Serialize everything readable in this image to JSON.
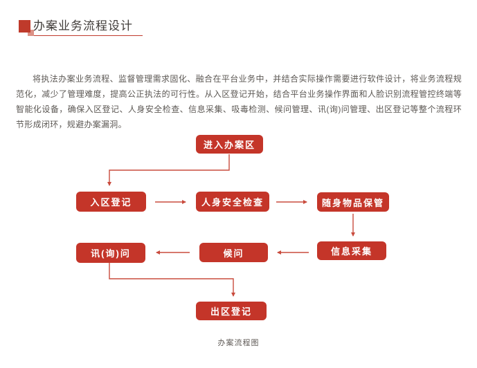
{
  "header": {
    "title": "办案业务流程设计"
  },
  "intro": {
    "text": "将执法办案业务流程、监督管理需求固化、融合在平台业务中，并结合实际操作需要进行软件设计，将业务流程规范化，减少了管理难度，提高公正执法的可行性。从入区登记开始，结合平台业务操作界面和人脸识别流程管控终端等智能化设备，确保入区登记、人身安全检查、信息采集、吸毒检测、候问管理、讯(询)问管理、出区登记等整个流程环节形成闭环，规避办案漏洞。"
  },
  "flowchart": {
    "caption": "办案流程图",
    "colors": {
      "node_fill": "#c43529",
      "node_text": "#ffffff",
      "arrow": "#c94b3d",
      "accent": "#c0392b"
    },
    "nodes": [
      {
        "id": "enter-case-area",
        "label": "进入办案区"
      },
      {
        "id": "entry-registration",
        "label": "入区登记"
      },
      {
        "id": "personal-safety-check",
        "label": "人身安全检查"
      },
      {
        "id": "belongings-storage",
        "label": "随身物品保管"
      },
      {
        "id": "information-collection",
        "label": "信息采集"
      },
      {
        "id": "waiting",
        "label": "候问"
      },
      {
        "id": "interrogation",
        "label": "讯(询)问"
      },
      {
        "id": "exit-registration",
        "label": "出区登记"
      }
    ],
    "edges": [
      {
        "from": "进入办案区",
        "to": "入区登记"
      },
      {
        "from": "入区登记",
        "to": "人身安全检查"
      },
      {
        "from": "人身安全检查",
        "to": "随身物品保管"
      },
      {
        "from": "随身物品保管",
        "to": "信息采集"
      },
      {
        "from": "信息采集",
        "to": "候问"
      },
      {
        "from": "候问",
        "to": "讯(询)问"
      },
      {
        "from": "讯(询)问",
        "to": "出区登记"
      }
    ]
  }
}
